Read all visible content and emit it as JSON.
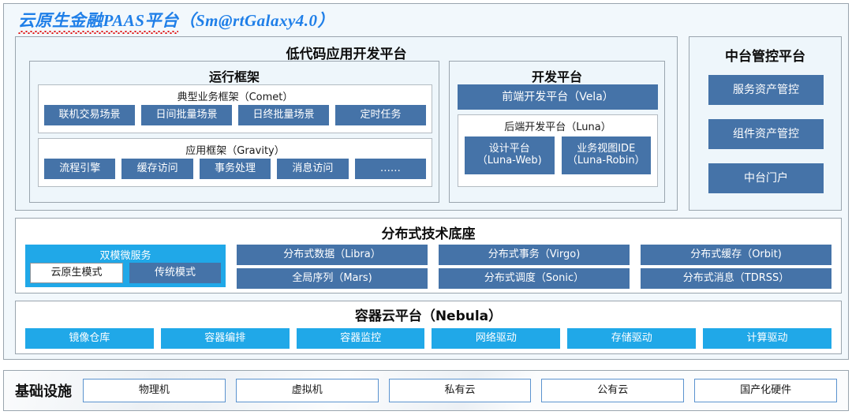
{
  "title": {
    "cn": "云原生金融PAAS平台",
    "en": "（Sm@rtGalaxy4.0）"
  },
  "low_code": {
    "header": "低代码应用开发平台",
    "run_framework": {
      "header": "运行框架",
      "comet": {
        "header": "典型业务框架（Comet）",
        "items": [
          "联机交易场景",
          "日间批量场景",
          "日终批量场景",
          "定时任务"
        ]
      },
      "gravity": {
        "header": "应用框架（Gravity）",
        "items": [
          "流程引擎",
          "缓存访问",
          "事务处理",
          "消息访问",
          "……"
        ]
      }
    },
    "dev_platform": {
      "header": "开发平台",
      "frontend": "前端开发平台（Vela）",
      "backend": {
        "header": "后端开发平台（Luna）",
        "items": [
          {
            "line1": "设计平台",
            "line2": "（Luna-Web)"
          },
          {
            "line1": "业务视图IDE",
            "line2": "（Luna-Robin）"
          }
        ]
      }
    }
  },
  "middle_office": {
    "header": "中台管控平台",
    "items": [
      "服务资产管控",
      "组件资产管控",
      "中台门户"
    ]
  },
  "distributed_base": {
    "header": "分布式技术底座",
    "dual_mode": {
      "title": "双模微服务",
      "items": [
        "云原生模式",
        "传统模式"
      ]
    },
    "items": [
      "分布式数据（Libra）",
      "分布式事务（Virgo)",
      "分布式缓存（Orbit)",
      "全局序列（Mars)",
      "分布式调度（Sonic）",
      "分布式消息（TDRSS）"
    ]
  },
  "container_cloud": {
    "header": "容器云平台（Nebula）",
    "items": [
      "镜像仓库",
      "容器编排",
      "容器监控",
      "网络驱动",
      "存储驱动",
      "计算驱动"
    ]
  },
  "infrastructure": {
    "label": "基础设施",
    "items": [
      "物理机",
      "虚拟机",
      "私有云",
      "公有云",
      "国产化硬件"
    ]
  },
  "colors": {
    "accent_blue": "#4573a8",
    "accent_cyan": "#20a8e8",
    "title_blue": "#1f7fe8",
    "spellcheck_red": "#e01b1b",
    "panel_bg": "#eef6fb",
    "border_gray": "#9aa5ae"
  }
}
